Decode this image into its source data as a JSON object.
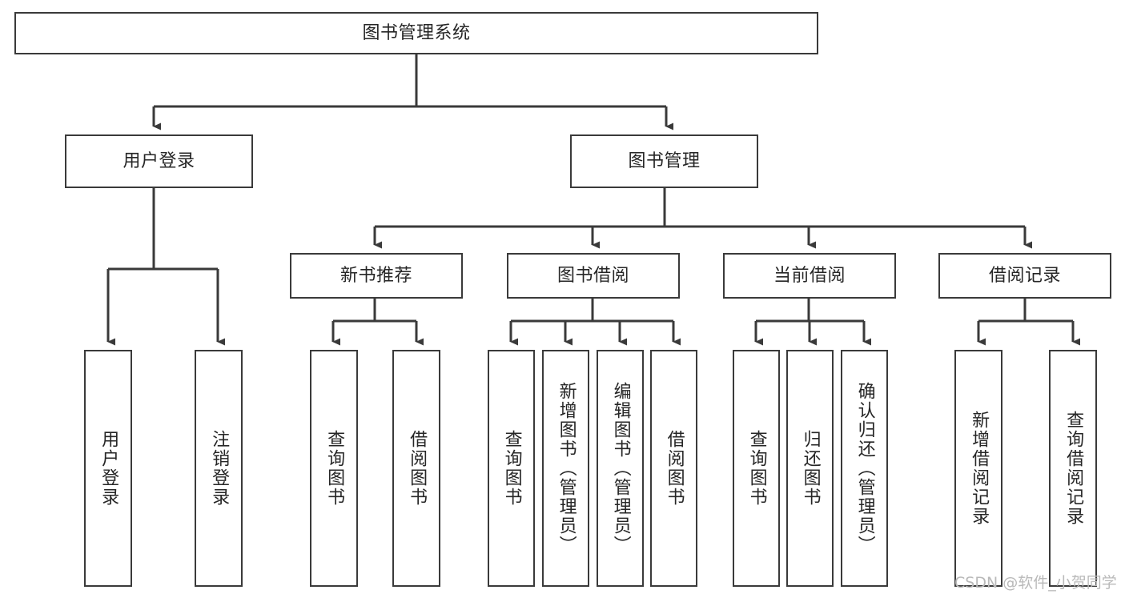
{
  "diagram": {
    "title": "图书管理系统",
    "type": "tree-hierarchy-chart",
    "background_color": "#ffffff",
    "line_color": "#3a3a3a",
    "text_color": "#262626"
  },
  "nodes": {
    "root": {
      "label": "图书管理系统"
    },
    "level2": [
      {
        "label": "用户登录"
      },
      {
        "label": "图书管理"
      }
    ],
    "level3": [
      {
        "label": "新书推荐"
      },
      {
        "label": "图书借阅"
      },
      {
        "label": "当前借阅"
      },
      {
        "label": "借阅记录"
      }
    ],
    "leaves": {
      "user_login": [
        {
          "label": "用户登录"
        },
        {
          "label": "注销登录"
        }
      ],
      "new_book_recommend": [
        {
          "label": "查询图书"
        },
        {
          "label": "借阅图书"
        }
      ],
      "book_borrow": [
        {
          "label": "查询图书"
        },
        {
          "label": "新增图书（管理员）"
        },
        {
          "label": "编辑图书（管理员）"
        },
        {
          "label": "借阅图书"
        }
      ],
      "current_borrow": [
        {
          "label": "查询图书"
        },
        {
          "label": "归还图书"
        },
        {
          "label": "确认归还（管理员）"
        }
      ],
      "borrow_record": [
        {
          "label": "新增借阅记录"
        },
        {
          "label": "查询借阅记录"
        }
      ]
    }
  },
  "watermark": {
    "text": "CSDN @软件_小贺同学"
  }
}
